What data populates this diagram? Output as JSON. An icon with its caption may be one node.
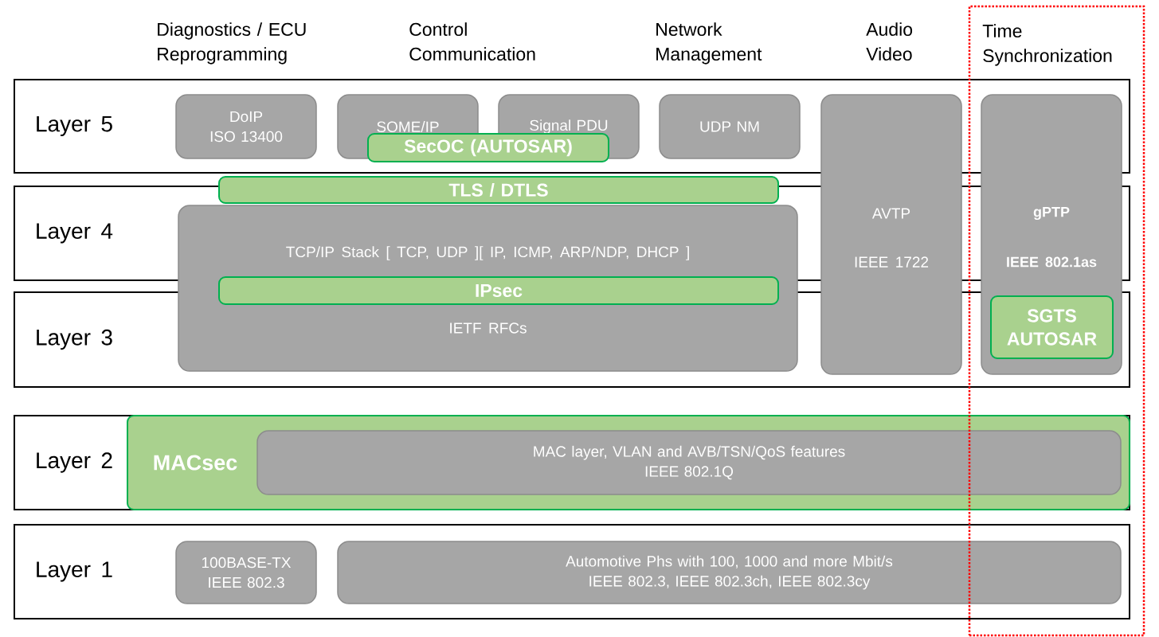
{
  "diagram": {
    "nodes": [
      {
        "text": [
          "Layer 5"
        ]
      },
      {
        "text": [
          "Layer 4"
        ]
      },
      {
        "text": [
          "Layer 3"
        ]
      },
      {
        "text": [
          "Layer 2"
        ]
      },
      {
        "text": [
          "Layer 1"
        ]
      },
      {
        "text": [
          "DoIP",
          "ISO 13400"
        ],
        "in": 0
      },
      {
        "text": [
          "SOME/IP"
        ],
        "in": 0
      },
      {
        "text": [
          "Signal PDU"
        ],
        "in": 0
      },
      {
        "text": [
          "SecOC (AUTOSAR)"
        ],
        "in": 0
      },
      {
        "text": [
          "UDP NM"
        ],
        "in": 0
      },
      {
        "text": [
          "AVTP",
          "IEEE 1722"
        ]
      },
      {
        "text": [
          "Time Synchronization"
        ]
      },
      {
        "text": [
          "gPTP",
          "IEEE 802.1as"
        ],
        "in": 11
      },
      {
        "text": [
          "SGTS AUTOSAR"
        ]
      },
      {
        "text": [
          "TLS / DTLS"
        ]
      },
      {
        "text": [
          "TCP/IP Stack [ TCP, UDP ][ IP, ICMP, ARP/NDP, DHCP ]",
          "IETF RFCs"
        ]
      },
      {
        "text": [
          "IPsec"
        ],
        "in": 15
      },
      {
        "text": [
          "MACsec"
        ],
        "in": 3
      },
      {
        "text": [
          "MAC layer, VLAN and AVB/TSN/QoS features",
          "IEEE 802.1Q"
        ],
        "in": 17
      },
      {
        "text": [
          "100BASE-TX",
          "IEEE 802.3"
        ],
        "in": 4
      },
      {
        "text": [
          "Automotive Phs with 100, 1000 and more Mbit/s",
          "IEEE 802.3, IEEE 802.3ch, IEEE 802.3cy"
        ],
        "in": 4
      }
    ],
    "labels": [
      "Diagnostics / ECU Reprogramming",
      "Control Communication",
      "Network Management",
      "Audio Video"
    ]
  }
}
